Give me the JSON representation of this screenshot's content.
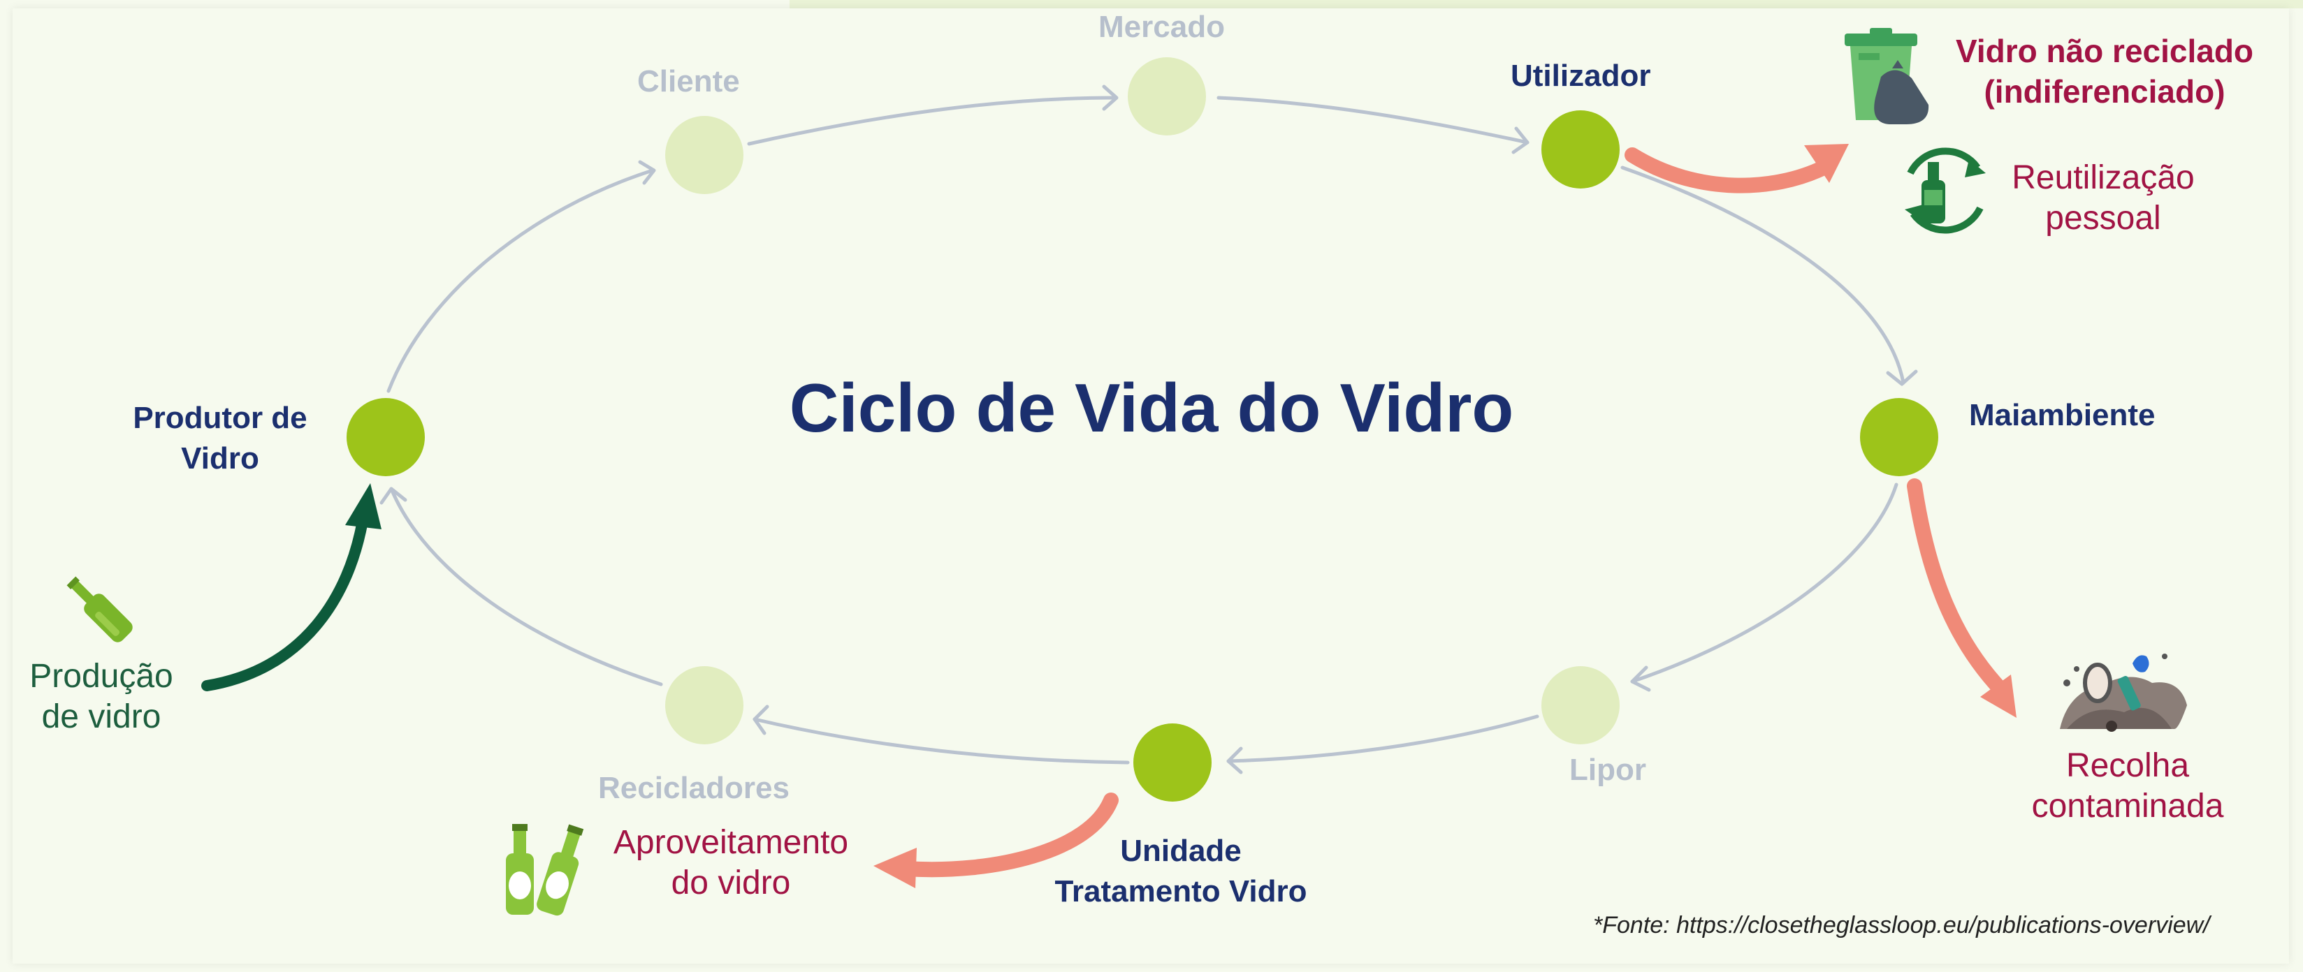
{
  "title": "Ciclo de Vida do Vidro",
  "nodes": {
    "cliente": "Cliente",
    "mercado": "Mercado",
    "utilizador": "Utilizador",
    "maiambiente": "Maiambiente",
    "lipor": "Lipor",
    "unidade_line1": "Unidade",
    "unidade_line2": "Tratamento Vidro",
    "recicladores": "Recicladores",
    "produtor_line1": "Produtor de",
    "produtor_line2": "Vidro"
  },
  "outcomes": {
    "nao_reciclado_line1": "Vidro não reciclado",
    "nao_reciclado_line2": "(indiferenciado)",
    "reutilizacao_line1": "Reutilização",
    "reutilizacao_line2": "pessoal",
    "recolha_line1": "Recolha",
    "recolha_line2": "contaminada",
    "aproveitamento_line1": "Aproveitamento",
    "aproveitamento_line2": "do vidro",
    "producao_line1": "Produção",
    "producao_line2": "de vidro"
  },
  "footnote": "*Fonte: https://closetheglassloop.eu/publications-overview/",
  "colors": {
    "active_node": "#9dc41a",
    "faded_node": "#e1edbf",
    "cycle_line": "#b9c2cf",
    "red_arrow": "#f08a78",
    "green_arrow": "#0d5a3b",
    "title": "#1b2f6e",
    "outcome_text": "#a11344"
  },
  "icons": [
    "green-bottle-icon",
    "trash-bin-icon",
    "recycle-bottle-icon",
    "garbage-pile-icon",
    "two-bottles-icon"
  ]
}
